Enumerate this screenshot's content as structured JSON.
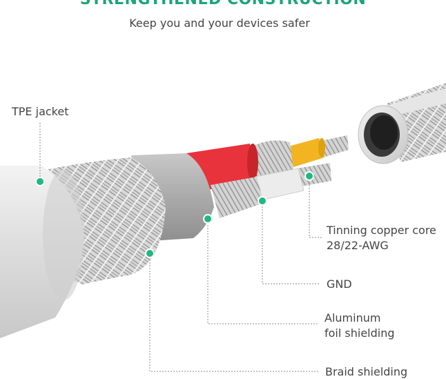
{
  "header": {
    "title": "STRENGTHENED CONSTRUCTION",
    "subtitle": "Keep you and your devices safer"
  },
  "callouts": {
    "tpe_jacket": "TPE jacket",
    "copper_core_line1": "Tinning copper core",
    "copper_core_line2": "28/22-AWG",
    "gnd": "GND",
    "aluminum_line1": "Aluminum",
    "aluminum_line2": "foil shielding",
    "braid": "Braid shielding"
  },
  "colors": {
    "accent": "#1aa678",
    "marker": "#1fb882",
    "red_wire": "#e8333c",
    "yellow_wire": "#f2b420",
    "jacket": "#e6e6e6"
  }
}
